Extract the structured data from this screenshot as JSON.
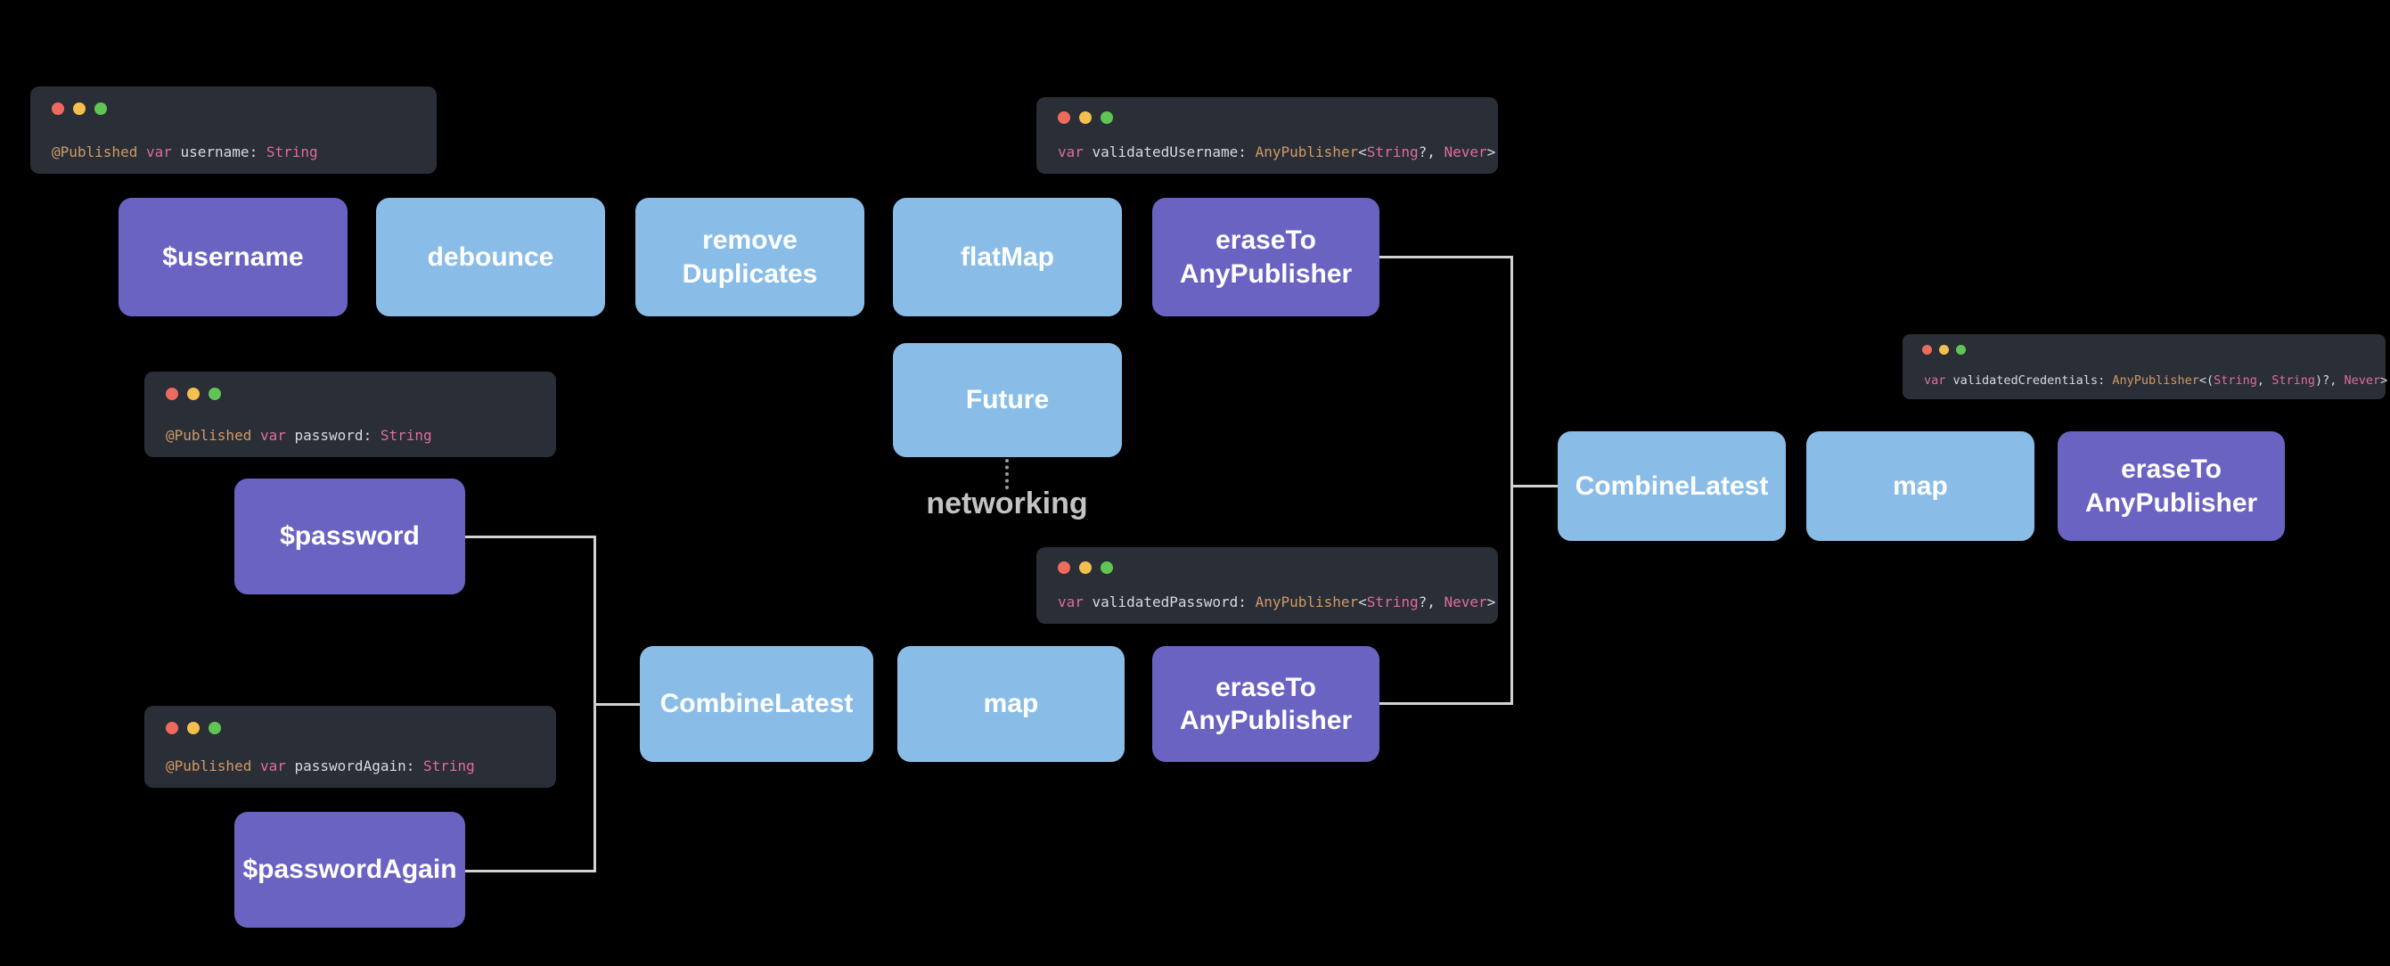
{
  "colors": {
    "background": "#000000",
    "publisher_node_purple": "#6b63c2",
    "operator_node_blue": "#89bde7",
    "terminal_background": "#2a2e36",
    "traffic_light_red": "#ed6a5f",
    "traffic_light_yellow": "#f4bf4f",
    "traffic_light_green": "#61c554",
    "code_orange": "#d19a66",
    "code_pink": "#e06c9c",
    "code_white": "#d7dae0",
    "connector_gray": "#d2d2d2",
    "annotation_gray": "#c3c3c3"
  },
  "annotations": {
    "networking_label": "networking"
  },
  "nodes": {
    "username": {
      "label": "$username"
    },
    "debounce": {
      "label": "debounce"
    },
    "remove_duplicates": {
      "label": "remove\nDuplicates"
    },
    "flat_map": {
      "label": "flatMap"
    },
    "erase_to_any_publisher_username": {
      "label": "eraseTo\nAnyPublisher"
    },
    "future": {
      "label": "Future"
    },
    "password": {
      "label": "$password"
    },
    "password_again": {
      "label": "$passwordAgain"
    },
    "combine_latest_password": {
      "label": "CombineLatest"
    },
    "map_password": {
      "label": "map"
    },
    "erase_to_any_publisher_password": {
      "label": "eraseTo\nAnyPublisher"
    },
    "combine_latest_credentials": {
      "label": "CombineLatest"
    },
    "map_credentials": {
      "label": "map"
    },
    "erase_to_any_publisher_credentials": {
      "label": "eraseTo\nAnyPublisher"
    }
  },
  "terminals": {
    "username_decl": {
      "tokens": [
        {
          "t": "@Published ",
          "c": "orange"
        },
        {
          "t": "var ",
          "c": "pink"
        },
        {
          "t": "username: ",
          "c": "white"
        },
        {
          "t": "String",
          "c": "pink"
        }
      ]
    },
    "validated_username_decl": {
      "tokens": [
        {
          "t": "var ",
          "c": "pink"
        },
        {
          "t": "validatedUsername: ",
          "c": "white"
        },
        {
          "t": "AnyPublisher",
          "c": "orange"
        },
        {
          "t": "<",
          "c": "white"
        },
        {
          "t": "String",
          "c": "pink"
        },
        {
          "t": "?, ",
          "c": "white"
        },
        {
          "t": "Never",
          "c": "pink"
        },
        {
          "t": ">",
          "c": "white"
        }
      ]
    },
    "password_decl": {
      "tokens": [
        {
          "t": "@Published ",
          "c": "orange"
        },
        {
          "t": "var ",
          "c": "pink"
        },
        {
          "t": "password: ",
          "c": "white"
        },
        {
          "t": "String",
          "c": "pink"
        }
      ]
    },
    "password_again_decl": {
      "tokens": [
        {
          "t": "@Published ",
          "c": "orange"
        },
        {
          "t": "var ",
          "c": "pink"
        },
        {
          "t": "passwordAgain: ",
          "c": "white"
        },
        {
          "t": "String",
          "c": "pink"
        }
      ]
    },
    "validated_password_decl": {
      "tokens": [
        {
          "t": "var ",
          "c": "pink"
        },
        {
          "t": "validatedPassword: ",
          "c": "white"
        },
        {
          "t": "AnyPublisher",
          "c": "orange"
        },
        {
          "t": "<",
          "c": "white"
        },
        {
          "t": "String",
          "c": "pink"
        },
        {
          "t": "?, ",
          "c": "white"
        },
        {
          "t": "Never",
          "c": "pink"
        },
        {
          "t": ">",
          "c": "white"
        }
      ]
    },
    "validated_credentials_decl": {
      "tokens": [
        {
          "t": "var ",
          "c": "pink"
        },
        {
          "t": "validatedCredentials: ",
          "c": "white"
        },
        {
          "t": "AnyPublisher",
          "c": "orange"
        },
        {
          "t": "<(",
          "c": "white"
        },
        {
          "t": "String",
          "c": "pink"
        },
        {
          "t": ", ",
          "c": "white"
        },
        {
          "t": "String",
          "c": "pink"
        },
        {
          "t": ")?, ",
          "c": "white"
        },
        {
          "t": "Never",
          "c": "pink"
        },
        {
          "t": ">",
          "c": "white"
        }
      ]
    }
  }
}
